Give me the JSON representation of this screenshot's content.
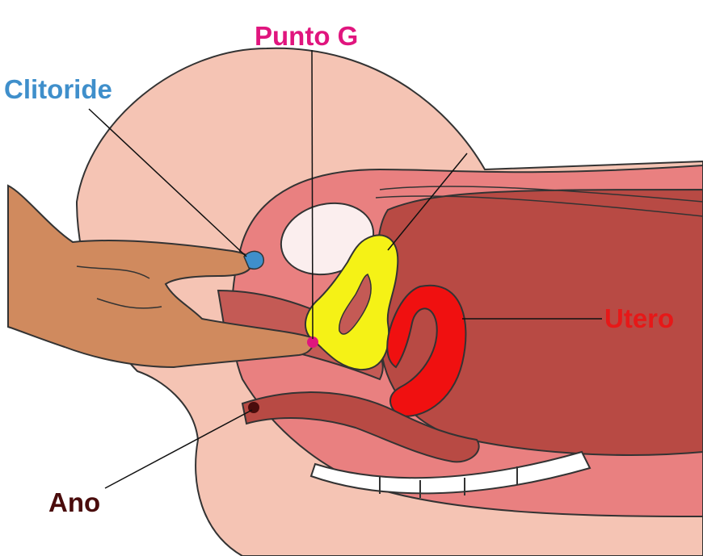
{
  "labels": {
    "punto_g": "Punto G",
    "clitoride": "Clitoride",
    "utero": "Utero",
    "ano": "Ano"
  },
  "colors": {
    "punto_g": "#e0157e",
    "clitoride": "#3f8fcb",
    "utero": "#e61818",
    "ano": "#4a0c0c",
    "skin": "#f5c4b4",
    "tissue": "#e98080",
    "cavity": "#b84a44",
    "yellow_region": "#f5f216",
    "hand": "#d08a5e"
  }
}
